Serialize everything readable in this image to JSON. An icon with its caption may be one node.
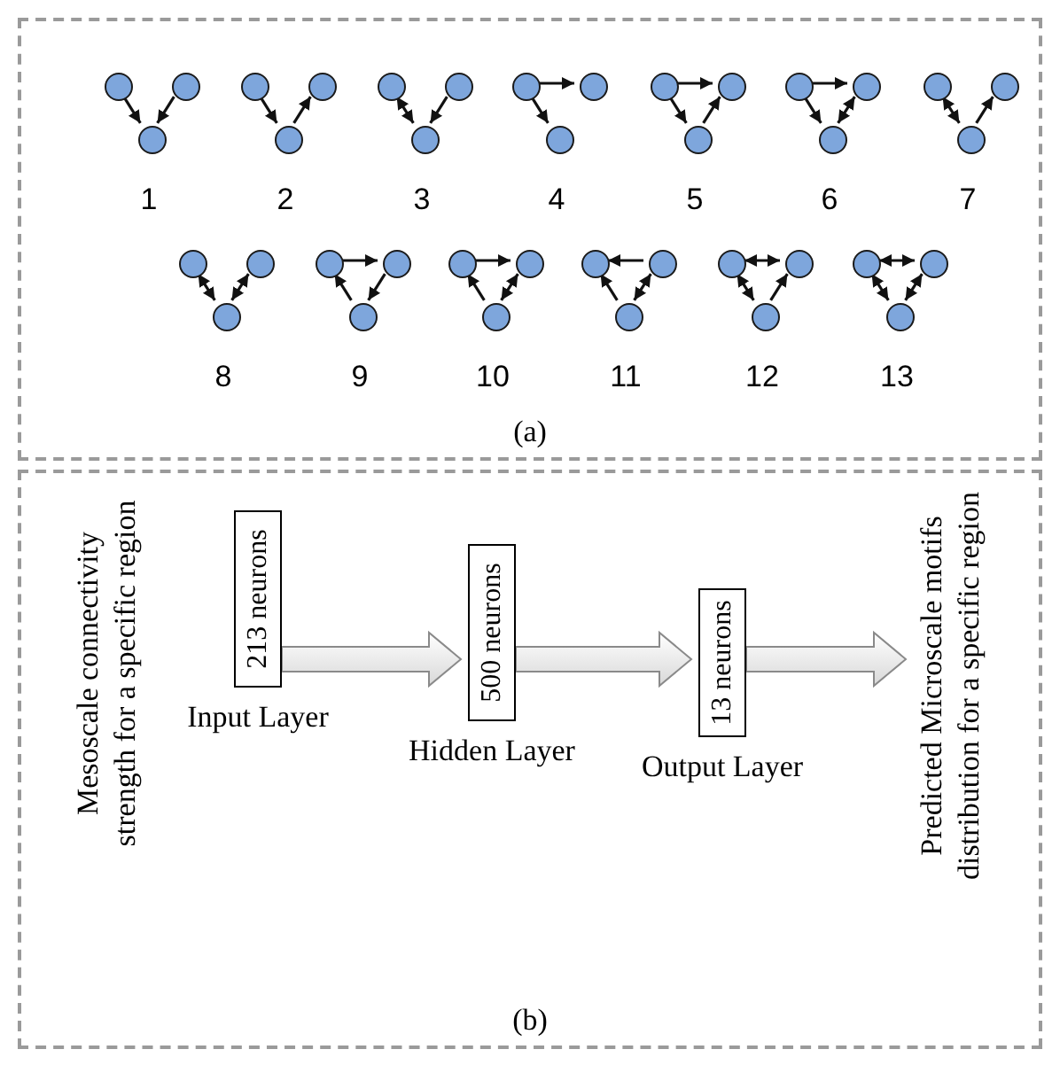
{
  "diagram": {
    "nodes": [
      {
        "text": [
          "(a)"
        ]
      },
      {
        "text": [],
        "shape": "circle",
        "in": 0
      },
      {
        "text": [],
        "shape": "circle",
        "in": 0
      },
      {
        "text": [],
        "shape": "circle",
        "in": 0
      },
      {
        "text": [],
        "shape": "circle",
        "in": 0
      },
      {
        "text": [],
        "shape": "circle",
        "in": 0
      },
      {
        "text": [],
        "shape": "circle",
        "in": 0
      },
      {
        "text": [],
        "shape": "circle",
        "in": 0
      },
      {
        "text": [],
        "shape": "circle",
        "in": 0
      },
      {
        "text": [],
        "shape": "circle",
        "in": 0
      },
      {
        "text": [],
        "shape": "circle",
        "in": 0
      },
      {
        "text": [],
        "shape": "circle",
        "in": 0
      },
      {
        "text": [],
        "shape": "circle",
        "in": 0
      },
      {
        "text": [],
        "shape": "circle",
        "in": 0
      },
      {
        "text": [],
        "shape": "circle",
        "in": 0
      },
      {
        "text": [],
        "shape": "circle",
        "in": 0
      },
      {
        "text": [],
        "shape": "circle",
        "in": 0
      },
      {
        "text": [],
        "shape": "circle",
        "in": 0
      },
      {
        "text": [],
        "shape": "circle",
        "in": 0
      },
      {
        "text": [],
        "shape": "circle",
        "in": 0
      },
      {
        "text": [],
        "shape": "circle",
        "in": 0
      },
      {
        "text": [],
        "shape": "circle",
        "in": 0
      },
      {
        "text": [],
        "shape": "circle",
        "in": 0
      },
      {
        "text": [],
        "shape": "circle",
        "in": 0
      },
      {
        "text": [],
        "shape": "circle",
        "in": 0
      },
      {
        "text": [],
        "shape": "circle",
        "in": 0
      },
      {
        "text": [],
        "shape": "circle",
        "in": 0
      },
      {
        "text": [],
        "shape": "circle",
        "in": 0
      },
      {
        "text": [],
        "shape": "circle",
        "in": 0
      },
      {
        "text": [],
        "shape": "circle",
        "in": 0
      },
      {
        "text": [],
        "shape": "circle",
        "in": 0
      },
      {
        "text": [],
        "shape": "circle",
        "in": 0
      },
      {
        "text": [],
        "shape": "circle",
        "in": 0
      },
      {
        "text": [],
        "shape": "circle",
        "in": 0
      },
      {
        "text": [],
        "shape": "circle",
        "in": 0
      },
      {
        "text": [],
        "shape": "circle",
        "in": 0
      },
      {
        "text": [],
        "shape": "circle",
        "in": 0
      },
      {
        "text": [],
        "shape": "circle",
        "in": 0
      },
      {
        "text": [],
        "shape": "circle",
        "in": 0
      },
      {
        "text": [],
        "shape": "circle",
        "in": 0
      },
      {
        "text": [
          "(b)"
        ]
      },
      {
        "text": [
          "213 neurons"
        ],
        "beside": [
          "Input Layer"
        ],
        "in": 40
      },
      {
        "text": [
          "500 neurons"
        ],
        "beside": [
          "Hidden Layer"
        ],
        "in": 40
      },
      {
        "text": [
          "13 neurons"
        ],
        "beside": [
          "Output Layer"
        ],
        "in": 40
      },
      {
        "text": [
          "Predicted Microscale motifs distribution for a specific region"
        ],
        "in": 40
      }
    ],
    "edges": [
      {
        "from": 1,
        "to": 3,
        "arrow": "to"
      },
      {
        "from": 2,
        "to": 3,
        "arrow": "to"
      },
      {
        "from": 4,
        "to": 6,
        "arrow": "to"
      },
      {
        "from": 6,
        "to": 5,
        "arrow": "to"
      },
      {
        "from": 7,
        "to": 9,
        "arrow": "both"
      },
      {
        "from": 8,
        "to": 9,
        "arrow": "to"
      },
      {
        "from": 10,
        "to": 11,
        "arrow": "to"
      },
      {
        "from": 10,
        "to": 12,
        "arrow": "to"
      },
      {
        "from": 13,
        "to": 14,
        "arrow": "to"
      },
      {
        "from": 13,
        "to": 15,
        "arrow": "to"
      },
      {
        "from": 15,
        "to": 14,
        "arrow": "to"
      },
      {
        "from": 16,
        "to": 17,
        "arrow": "to"
      },
      {
        "from": 16,
        "to": 18,
        "arrow": "to"
      },
      {
        "from": 18,
        "to": 17,
        "arrow": "both"
      },
      {
        "from": 19,
        "to": 21,
        "arrow": "both"
      },
      {
        "from": 21,
        "to": 20,
        "arrow": "to"
      },
      {
        "from": 22,
        "to": 24,
        "arrow": "both"
      },
      {
        "from": 23,
        "to": 24,
        "arrow": "both"
      },
      {
        "from": 25,
        "to": 26,
        "arrow": "to"
      },
      {
        "from": 26,
        "to": 27,
        "arrow": "to"
      },
      {
        "from": 27,
        "to": 25,
        "arrow": "to"
      },
      {
        "from": 28,
        "to": 29,
        "arrow": "to"
      },
      {
        "from": 30,
        "to": 28,
        "arrow": "to"
      },
      {
        "from": 29,
        "to": 30,
        "arrow": "both"
      },
      {
        "from": 32,
        "to": 31,
        "arrow": "to"
      },
      {
        "from": 33,
        "to": 31,
        "arrow": "to"
      },
      {
        "from": 32,
        "to": 33,
        "arrow": "both"
      },
      {
        "from": 34,
        "to": 35,
        "arrow": "both"
      },
      {
        "from": 34,
        "to": 36,
        "arrow": "both"
      },
      {
        "from": 36,
        "to": 35,
        "arrow": "to"
      },
      {
        "from": 37,
        "to": 38,
        "arrow": "both"
      },
      {
        "from": 37,
        "to": 39,
        "arrow": "both"
      },
      {
        "from": 38,
        "to": 39,
        "arrow": "both"
      },
      {
        "from": 41,
        "to": 42,
        "arrow": "to",
        "style": "thick"
      },
      {
        "from": 42,
        "to": 43,
        "arrow": "to",
        "style": "thick"
      },
      {
        "from": 43,
        "to": 44,
        "arrow": "to",
        "style": "thick"
      }
    ],
    "labels": [
      "1",
      "2",
      "3",
      "4",
      "5",
      "6",
      "7",
      "8",
      "9",
      "10",
      "11",
      "12",
      "13",
      "Mesoscale connectivity strength for a specific region"
    ]
  }
}
